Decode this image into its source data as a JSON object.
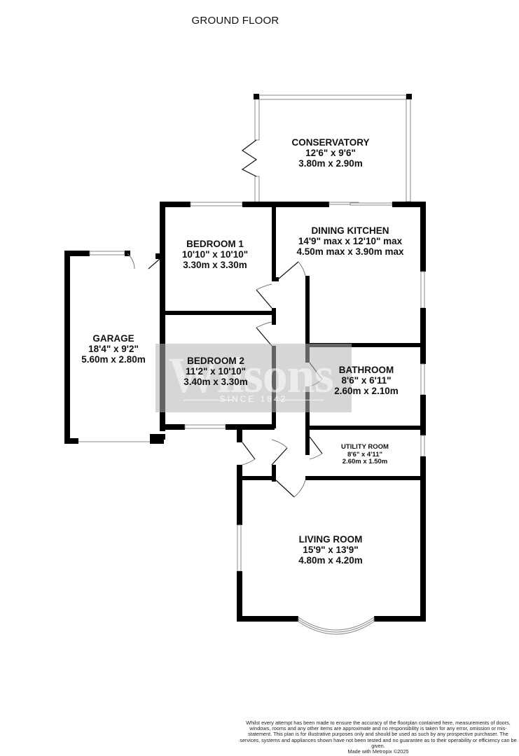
{
  "title": "GROUND FLOOR",
  "rooms": {
    "conservatory": {
      "name": "CONSERVATORY",
      "imperial": "12'6\"  x 9'6\"",
      "metric": "3.80m  x 2.90m"
    },
    "dining_kitchen": {
      "name": "DINING KITCHEN",
      "imperial": "14'9\" max x 12'10\" max",
      "metric": "4.50m max x 3.90m max"
    },
    "bedroom1": {
      "name": "BEDROOM 1",
      "imperial": "10'10\"  x 10'10\"",
      "metric": "3.30m  x 3.30m"
    },
    "garage": {
      "name": "GARAGE",
      "imperial": "18'4\"  x 9'2\"",
      "metric": "5.60m  x 2.80m"
    },
    "bedroom2": {
      "name": "BEDROOM 2",
      "imperial": "11'2\"  x 10'10\"",
      "metric": "3.40m  x 3.30m"
    },
    "bathroom": {
      "name": "BATHROOM",
      "imperial": "8'6\"  x 6'11\"",
      "metric": "2.60m  x 2.10m"
    },
    "utility_room": {
      "name": "UTILITY ROOM",
      "imperial": "8'6\"  x 4'11\"",
      "metric": "2.60m  x 1.50m"
    },
    "living_room": {
      "name": "LIVING ROOM",
      "imperial": "15'9\"  x 13'9\"",
      "metric": "4.80m  x 4.20m"
    }
  },
  "watermark": {
    "brand": "Wilsons",
    "tagline": "SINCE 1842"
  },
  "disclaimer": {
    "text": "Whilst every attempt has been made to ensure the accuracy of the floorplan contained here, measurements of doors, windows, rooms and any other items are approximate and no responsibility is taken for any error, omission or mis-statement. This plan is for illustrative purposes only and should be used as such by any prospective purchaser. The services, systems and appliances shown have not been tested and no guarantee as to their operability or efficiency can be given.",
    "credit": "Made with Metropix ©2025"
  },
  "colors": {
    "wall": "#000000",
    "background": "#ffffff",
    "watermark": "#b4b4b4"
  }
}
